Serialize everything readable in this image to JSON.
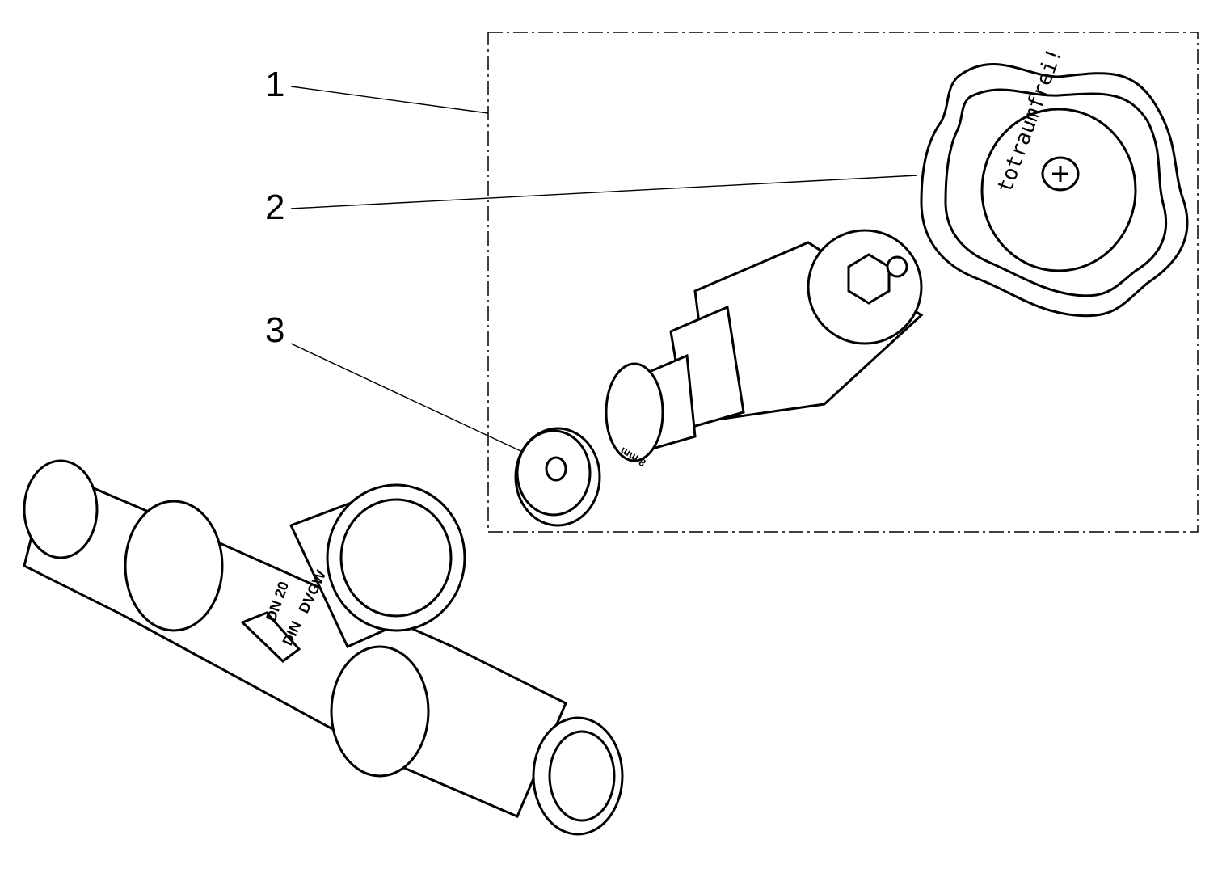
{
  "callouts": [
    {
      "number": "1",
      "part": "upper-part-assembly"
    },
    {
      "number": "2",
      "part": "handwheel"
    },
    {
      "number": "3",
      "part": "valve-disc"
    }
  ],
  "handwheel_text": "totraumfrei!",
  "spindle_marking": "8 mm",
  "valve_body_markings": [
    "DN 20",
    "DVGW",
    "DIN"
  ]
}
